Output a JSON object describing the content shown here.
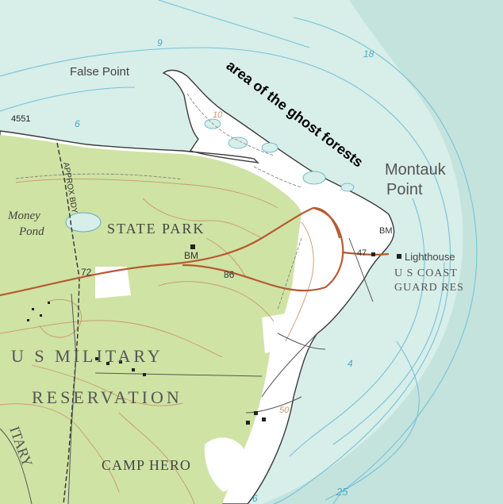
{
  "labels": {
    "false_point": "False Point",
    "ghost_forests": "area of the ghost forests",
    "montauk": "Montauk",
    "point": "Point",
    "lighthouse": "Lighthouse",
    "coast_guard_1": "U S COAST",
    "coast_guard_2": "GUARD RES",
    "money": "Money",
    "pond": "Pond",
    "state_park": "STATE PARK",
    "approx_bdy": "APPROX BDY",
    "military_1": "U S MILITARY",
    "military_2": "RESERVATION",
    "camp_hero": "CAMP HERO",
    "itary": "ITARY",
    "bm_1": "BM",
    "bm_2": "BM",
    "elev_4551": "4551",
    "elev_72": "72",
    "elev_86": "86",
    "elev_47": "47",
    "depth_9": "9",
    "depth_18": "18",
    "depth_6": "6",
    "depth_10": "10",
    "depth_4": "4",
    "depth_25": "25",
    "depth_6b": "6",
    "depth_50": "50"
  },
  "colors": {
    "water": "#d4ebe6",
    "water_deep": "#c2e2dc",
    "land": "#ffffff",
    "woodland": "#cfe3a4",
    "contour": "#c9966d",
    "depth_contour": "#6fbfd6",
    "road": "#b65a32",
    "annotation": "#000000"
  }
}
